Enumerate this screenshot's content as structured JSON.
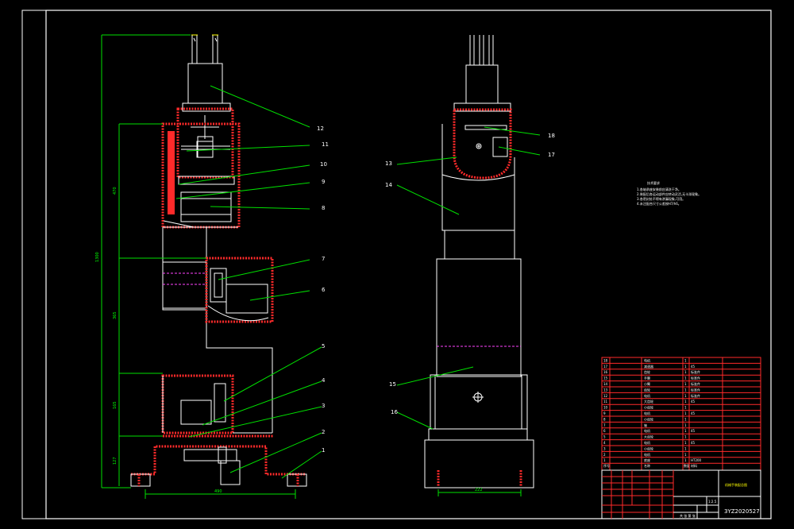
{
  "callouts": [
    "1",
    "2",
    "3",
    "4",
    "5",
    "6",
    "7",
    "8",
    "9",
    "10",
    "11",
    "12",
    "13",
    "14",
    "15",
    "16",
    "17",
    "18"
  ],
  "dimensions": {
    "total_height": "1300",
    "upper_section": "470",
    "middle_section": "365",
    "lower_section": "165",
    "base_section": "127",
    "base_width": "490",
    "side_base_width": "222"
  },
  "notes_title": "技术要求",
  "notes": [
    "1.各轴承座安装前应清洗干净。",
    "2.装配后各运动部件应转动灵活,无卡滞现象。",
    "3.各密封处不得有渗漏现象,可用。",
    "4.未注配合尺寸公差按H7/h6。"
  ],
  "parts_table": {
    "rows": [
      {
        "no": "18",
        "name": "电机",
        "qty": "1",
        "mat": ""
      },
      {
        "no": "17",
        "name": "减速器",
        "qty": "1",
        "mat": "45"
      },
      {
        "no": "16",
        "name": "齿轮",
        "qty": "1",
        "mat": "标准件"
      },
      {
        "no": "15",
        "name": "手腕",
        "qty": "1",
        "mat": "标准件"
      },
      {
        "no": "14",
        "name": "小臂",
        "qty": "1",
        "mat": "标准件"
      },
      {
        "no": "13",
        "name": "齿轮",
        "qty": "1",
        "mat": "标准件"
      },
      {
        "no": "12",
        "name": "电机",
        "qty": "1",
        "mat": "标准件"
      },
      {
        "no": "11",
        "name": "大齿轮",
        "qty": "1",
        "mat": "45"
      },
      {
        "no": "10",
        "name": "小齿轮",
        "qty": "1",
        "mat": ""
      },
      {
        "no": "9",
        "name": "电机",
        "qty": "1",
        "mat": "45"
      },
      {
        "no": "8",
        "name": "小齿轮",
        "qty": "1",
        "mat": ""
      },
      {
        "no": "7",
        "name": "轴",
        "qty": "1",
        "mat": ""
      },
      {
        "no": "6",
        "name": "电机",
        "qty": "1",
        "mat": "45"
      },
      {
        "no": "5",
        "name": "大齿轮",
        "qty": "1",
        "mat": ""
      },
      {
        "no": "4",
        "name": "电机",
        "qty": "1",
        "mat": "45"
      },
      {
        "no": "3",
        "name": "小齿轮",
        "qty": "1",
        "mat": ""
      },
      {
        "no": "2",
        "name": "电机",
        "qty": "1",
        "mat": ""
      },
      {
        "no": "1",
        "name": "底座",
        "qty": "1",
        "mat": "HT200"
      }
    ],
    "header": {
      "no": "序号",
      "name": "名称",
      "qty": "数量",
      "mat": "材料"
    }
  },
  "title_block": {
    "drawing_title": "机械手装配总图",
    "drawing_number": "3YZ2020527",
    "scale": "1:2.5",
    "sheet": "共 张 第 张"
  }
}
